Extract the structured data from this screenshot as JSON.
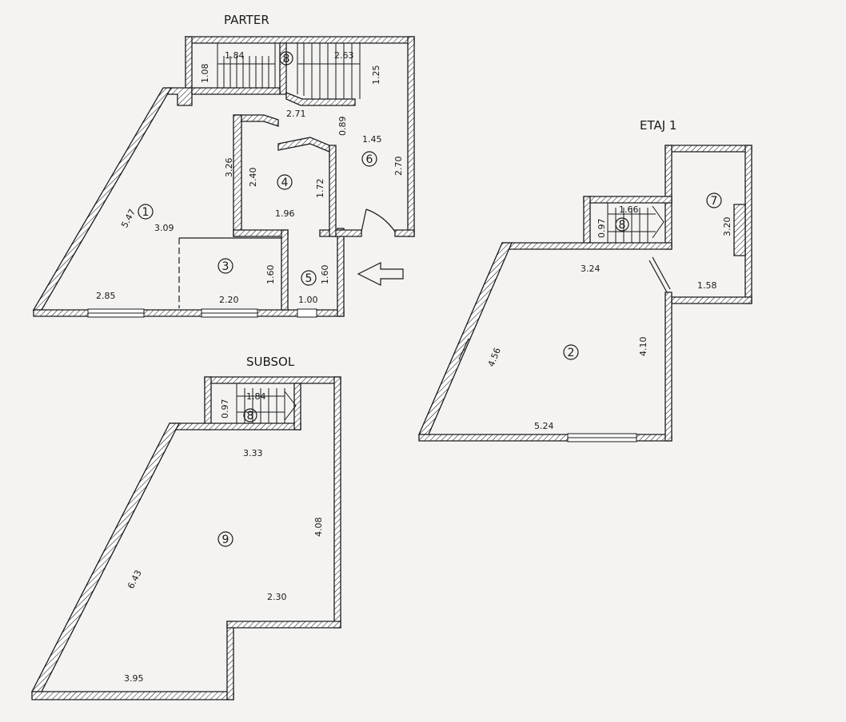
{
  "plans": {
    "parter": {
      "title": "PARTER",
      "dims": {
        "d_184": "1.84",
        "d_263": "2.63",
        "d_108": "1.08",
        "d_125": "1.25",
        "d_271": "2.71",
        "d_089": "0.89",
        "d_145": "1.45",
        "d_326": "3.26",
        "d_240": "2.40",
        "d_270": "2.70",
        "d_172": "1.72",
        "d_547": "5.47",
        "d_309": "3.09",
        "d_196": "1.96",
        "d_160a": "1.60",
        "d_160b": "1.60",
        "d_285": "2.85",
        "d_220": "2.20",
        "d_100": "1.00"
      },
      "rooms": {
        "r1": "1",
        "r3": "3",
        "r4": "4",
        "r5": "5",
        "r6": "6",
        "r8": "8"
      }
    },
    "etaj1": {
      "title": "ETAJ 1",
      "dims": {
        "d_097": "0.97",
        "d_166": "1.66",
        "d_320": "3.20",
        "d_324": "3.24",
        "d_158": "1.58",
        "d_456": "4.56",
        "d_410": "4.10",
        "d_524": "5.24"
      },
      "rooms": {
        "r2": "2",
        "r7": "7",
        "r8": "8"
      }
    },
    "subsol": {
      "title": "SUBSOL",
      "dims": {
        "d_097": "0.97",
        "d_184": "1.84",
        "d_333": "3.33",
        "d_408": "4.08",
        "d_643": "6.43",
        "d_230": "2.30",
        "d_395": "3.95"
      },
      "rooms": {
        "r9": "9",
        "r8": "8"
      }
    }
  },
  "colors": {
    "paper": "#f4f3f1",
    "ink": "#1a1a1a"
  }
}
